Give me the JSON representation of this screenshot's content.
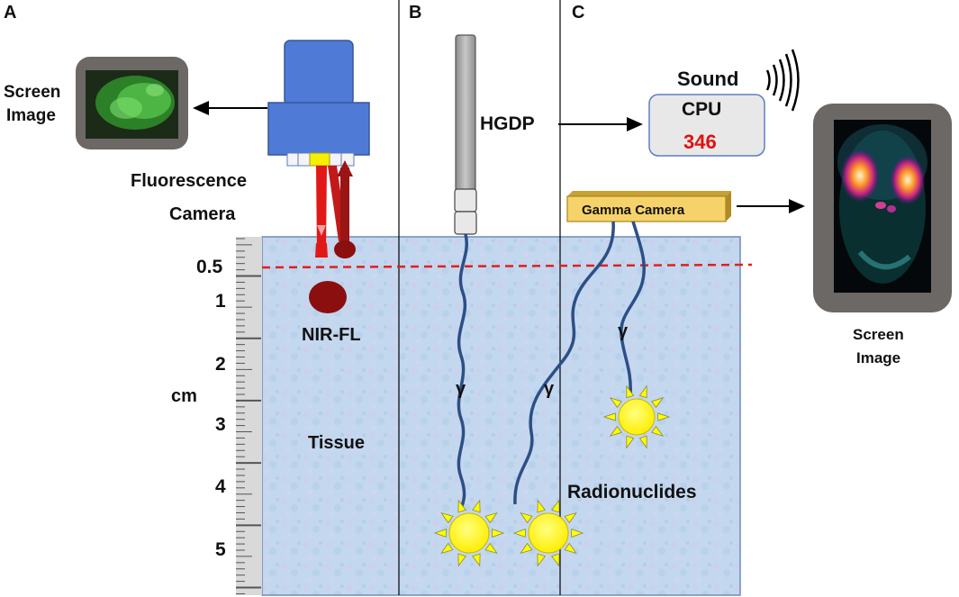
{
  "panels": {
    "a": "A",
    "b": "B",
    "c": "C"
  },
  "panel_a": {
    "screen_line1": "Screen",
    "screen_line2": "Image",
    "camera_line1": "Fluorescence",
    "camera_line2": "Camera",
    "nir_label": "NIR-FL",
    "tissue_label": "Tissue"
  },
  "ruler": {
    "unit": "cm",
    "labels": [
      "0.5",
      "1",
      "2",
      "3",
      "4",
      "5"
    ]
  },
  "panel_b": {
    "probe_label": "HGDP",
    "gamma_symbol": "γ"
  },
  "panel_c": {
    "sound_label": "Sound",
    "cpu_label": "CPU",
    "cpu_count": "346",
    "gamma_camera_label": "Gamma Camera",
    "gamma_symbol_1": "γ",
    "gamma_symbol_2": "γ",
    "radionuclides_label": "Radionuclides",
    "screen_line1": "Screen",
    "screen_line2": "Image"
  },
  "colors": {
    "tissue": "#c3d7ee",
    "camera_body": "#4f7bd6",
    "cut_line": "#e02020",
    "nir_dot": "#8b0f0f",
    "gamma_path": "#2c4f86",
    "sun": "#ffff00",
    "cpu_count": "#e01010",
    "gamma_camera": "#f6d26a"
  }
}
